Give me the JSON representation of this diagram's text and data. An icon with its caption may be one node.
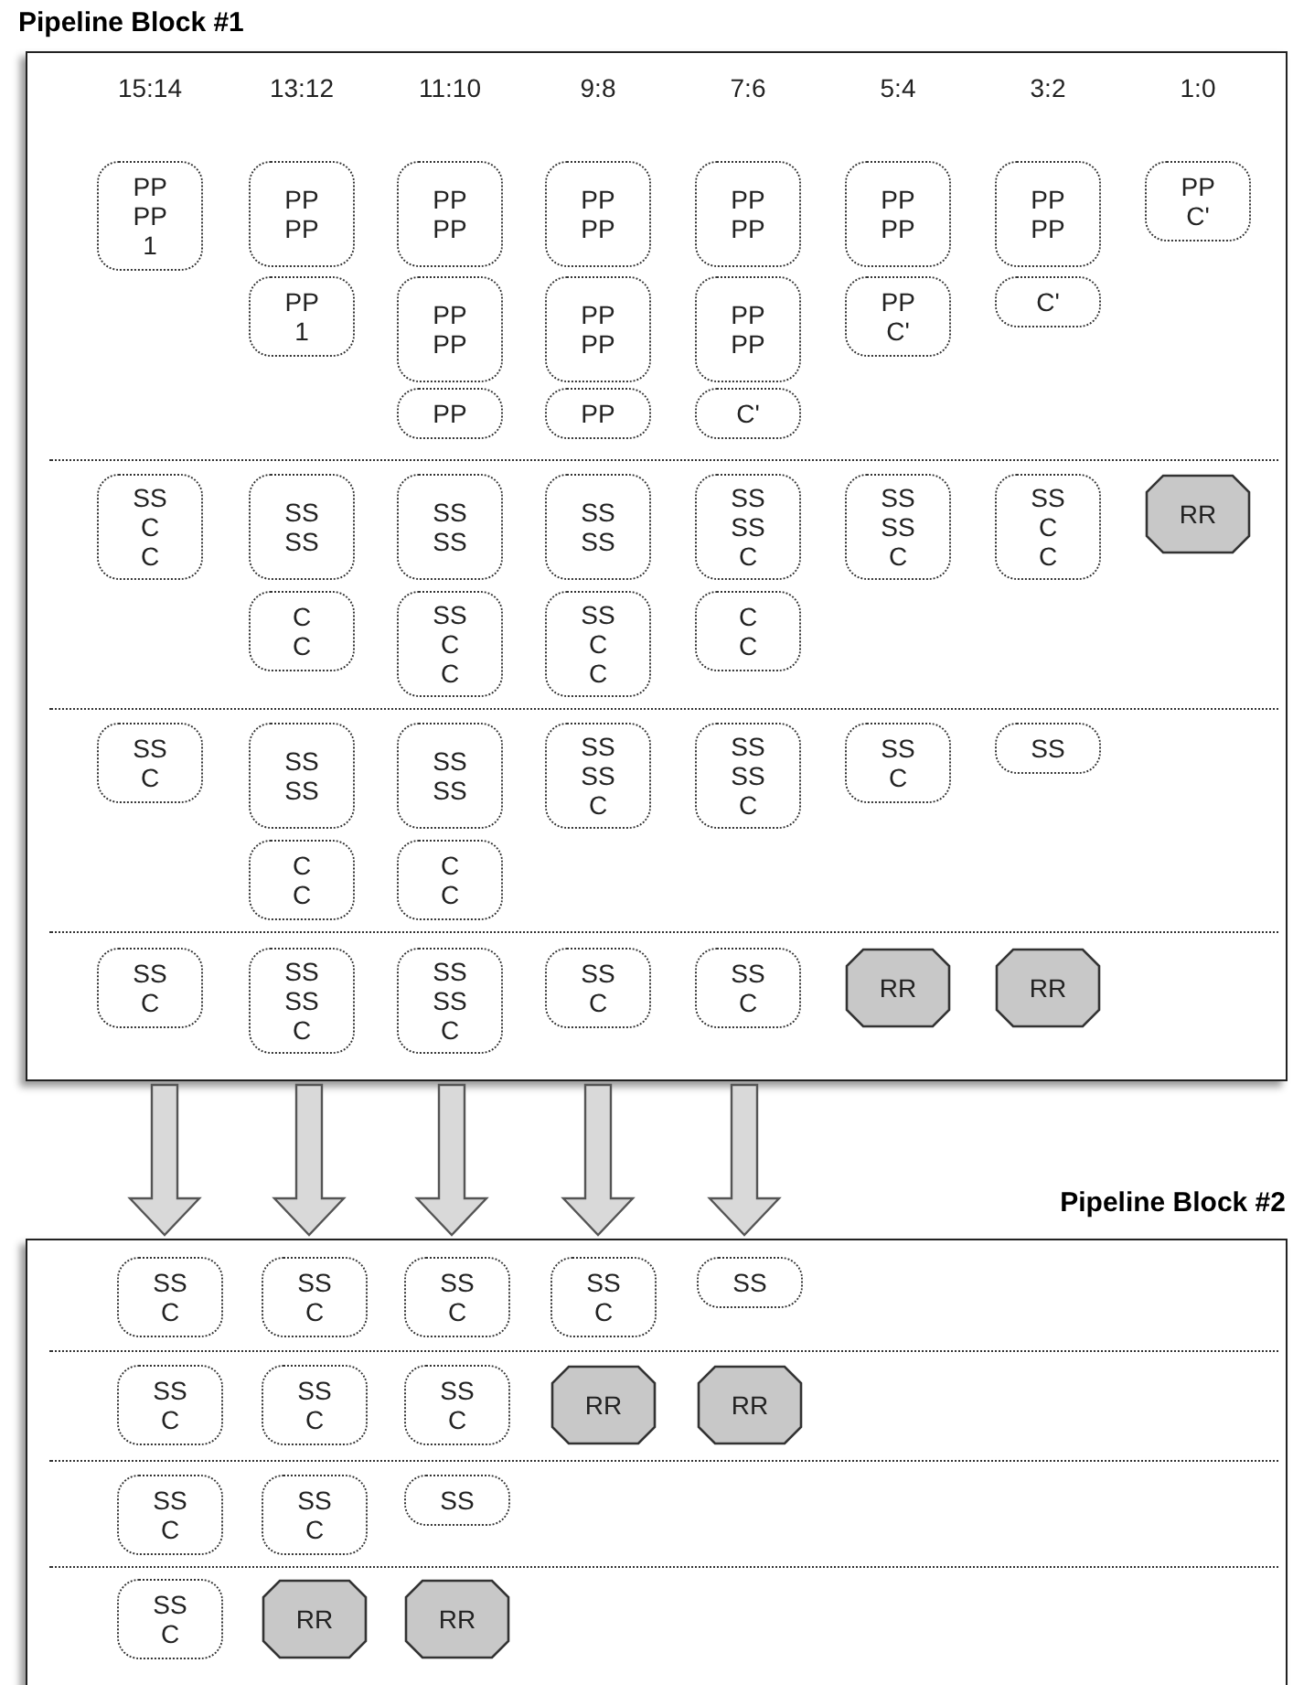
{
  "diagram": {
    "nodes": [
      {
        "text": [
          "Pipeline Block #1"
        ]
      },
      {
        "text": [
          "PP PP 1"
        ],
        "in": 0
      },
      {
        "text": [
          "PP PP"
        ],
        "in": 0
      },
      {
        "text": [
          "PP PP"
        ],
        "in": 0
      },
      {
        "text": [
          "PP PP"
        ],
        "in": 0
      },
      {
        "text": [
          "PP PP"
        ],
        "in": 0
      },
      {
        "text": [
          "PP PP"
        ],
        "in": 0
      },
      {
        "text": [
          "PP PP"
        ],
        "in": 0
      },
      {
        "text": [
          "PP C'"
        ],
        "in": 0
      },
      {
        "text": [
          "PP 1"
        ],
        "in": 0
      },
      {
        "text": [
          "PP PP"
        ],
        "in": 0
      },
      {
        "text": [
          "PP PP"
        ],
        "in": 0
      },
      {
        "text": [
          "PP PP"
        ],
        "in": 0
      },
      {
        "text": [
          "PP C'"
        ],
        "in": 0
      },
      {
        "text": [
          "C'"
        ],
        "in": 0
      },
      {
        "text": [
          "PP"
        ],
        "in": 0
      },
      {
        "text": [
          "PP"
        ],
        "in": 0
      },
      {
        "text": [
          "C'"
        ],
        "in": 0
      },
      {
        "text": [
          "SS C C"
        ],
        "in": 0
      },
      {
        "text": [
          "SS SS"
        ],
        "in": 0
      },
      {
        "text": [
          "SS SS"
        ],
        "in": 0
      },
      {
        "text": [
          "SS SS"
        ],
        "in": 0
      },
      {
        "text": [
          "SS SS C"
        ],
        "in": 0
      },
      {
        "text": [
          "SS SS C"
        ],
        "in": 0
      },
      {
        "text": [
          "SS C C"
        ],
        "in": 0
      },
      {
        "text": [
          "RR"
        ],
        "in": 0
      },
      {
        "text": [
          "C C"
        ],
        "in": 0
      },
      {
        "text": [
          "SS C C"
        ],
        "in": 0
      },
      {
        "text": [
          "SS C C"
        ],
        "in": 0
      },
      {
        "text": [
          "C C"
        ],
        "in": 0
      },
      {
        "text": [
          "SS C"
        ],
        "in": 0
      },
      {
        "text": [
          "SS SS"
        ],
        "in": 0
      },
      {
        "text": [
          "SS SS"
        ],
        "in": 0
      },
      {
        "text": [
          "SS SS C"
        ],
        "in": 0
      },
      {
        "text": [
          "SS SS C"
        ],
        "in": 0
      },
      {
        "text": [
          "SS C"
        ],
        "in": 0
      },
      {
        "text": [
          "SS"
        ],
        "in": 0
      },
      {
        "text": [
          "C C"
        ],
        "in": 0
      },
      {
        "text": [
          "C C"
        ],
        "in": 0
      },
      {
        "text": [
          "SS C"
        ],
        "in": 0
      },
      {
        "text": [
          "SS SS C"
        ],
        "in": 0
      },
      {
        "text": [
          "SS SS C"
        ],
        "in": 0
      },
      {
        "text": [
          "SS C"
        ],
        "in": 0
      },
      {
        "text": [
          "SS C"
        ],
        "in": 0
      },
      {
        "text": [
          "RR"
        ],
        "in": 0
      },
      {
        "text": [
          "RR"
        ],
        "in": 0
      },
      {
        "text": [
          "Pipeline Block #2"
        ]
      },
      {
        "text": [
          "SS C"
        ],
        "in": 46
      },
      {
        "text": [
          "SS C"
        ],
        "in": 46
      },
      {
        "text": [
          "SS C"
        ],
        "in": 46
      },
      {
        "text": [
          "SS C"
        ],
        "in": 46
      },
      {
        "text": [
          "SS"
        ],
        "in": 46
      },
      {
        "text": [
          "SS C"
        ],
        "in": 46
      },
      {
        "text": [
          "SS C"
        ],
        "in": 46
      },
      {
        "text": [
          "SS C"
        ],
        "in": 46
      },
      {
        "text": [
          "RR"
        ],
        "in": 46
      },
      {
        "text": [
          "RR"
        ],
        "in": 46
      },
      {
        "text": [
          "SS C"
        ],
        "in": 46
      },
      {
        "text": [
          "SS C"
        ],
        "in": 46
      },
      {
        "text": [
          "SS"
        ],
        "in": 46
      },
      {
        "text": [
          "SS C"
        ],
        "in": 46
      },
      {
        "text": [
          "RR"
        ],
        "in": 46
      },
      {
        "text": [
          "RR"
        ],
        "in": 46
      }
    ],
    "edges": [
      {
        "from": 0,
        "to": 46,
        "arrow": "to"
      },
      {
        "from": 0,
        "to": 46,
        "arrow": "to"
      },
      {
        "from": 0,
        "to": 46,
        "arrow": "to"
      },
      {
        "from": 0,
        "to": 46,
        "arrow": "to"
      },
      {
        "from": 0,
        "to": 46,
        "arrow": "to"
      }
    ],
    "labels": [
      "15:14",
      "13:12",
      "11:10",
      "9:8",
      "7:6",
      "5:4",
      "3:2",
      "1:0"
    ]
  }
}
